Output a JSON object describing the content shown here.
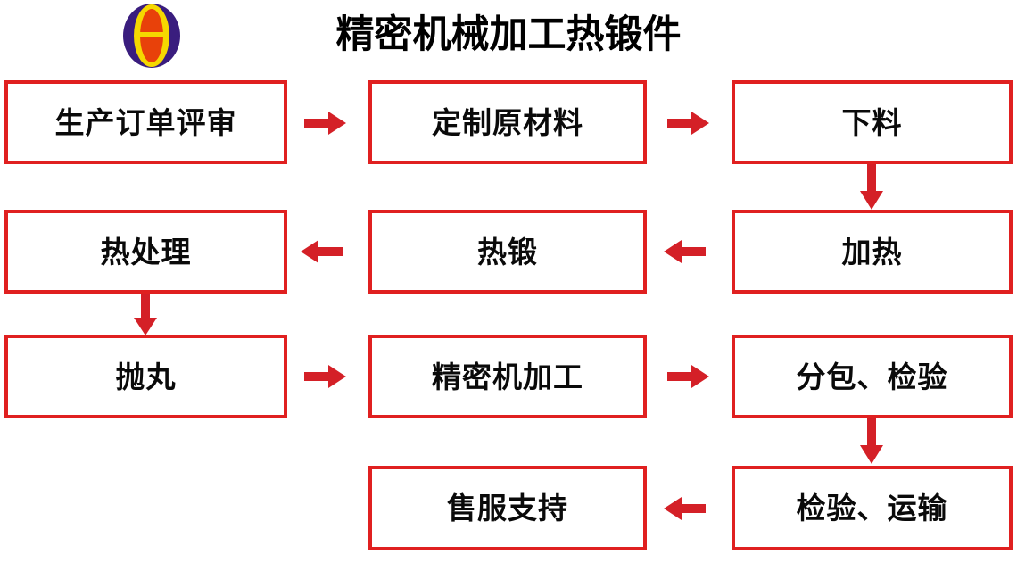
{
  "header": {
    "title": "精密机械加工热锻件",
    "logo_name": "company-oval-logo",
    "logo_colors": {
      "outer": "#3a1d7e",
      "ring": "#f5d800",
      "inner": "#e8410a"
    }
  },
  "colors": {
    "box_border": "#e02020",
    "arrow": "#d42027",
    "text": "#0a0a0a",
    "background": "#ffffff"
  },
  "flowchart": {
    "type": "process-flow",
    "nodes": [
      {
        "id": "n1",
        "label": "生产订单评审",
        "row": 1,
        "col": 1
      },
      {
        "id": "n2",
        "label": "定制原材料",
        "row": 1,
        "col": 2
      },
      {
        "id": "n3",
        "label": "下料",
        "row": 1,
        "col": 3
      },
      {
        "id": "n4",
        "label": "热处理",
        "row": 2,
        "col": 1
      },
      {
        "id": "n5",
        "label": "热锻",
        "row": 2,
        "col": 2
      },
      {
        "id": "n6",
        "label": "加热",
        "row": 2,
        "col": 3
      },
      {
        "id": "n7",
        "label": "抛丸",
        "row": 3,
        "col": 1
      },
      {
        "id": "n8",
        "label": "精密机加工",
        "row": 3,
        "col": 2
      },
      {
        "id": "n9",
        "label": "分包、检验",
        "row": 3,
        "col": 3
      },
      {
        "id": "n10",
        "label": "售服支持",
        "row": 4,
        "col": 2
      },
      {
        "id": "n11",
        "label": "检验、运输",
        "row": 4,
        "col": 3
      }
    ],
    "connectors": [
      {
        "from": "n1",
        "to": "n2",
        "direction": "right"
      },
      {
        "from": "n2",
        "to": "n3",
        "direction": "right"
      },
      {
        "from": "n3",
        "to": "n6",
        "direction": "down"
      },
      {
        "from": "n6",
        "to": "n5",
        "direction": "left"
      },
      {
        "from": "n5",
        "to": "n4",
        "direction": "left"
      },
      {
        "from": "n4",
        "to": "n7",
        "direction": "down"
      },
      {
        "from": "n7",
        "to": "n8",
        "direction": "right"
      },
      {
        "from": "n8",
        "to": "n9",
        "direction": "right"
      },
      {
        "from": "n9",
        "to": "n11",
        "direction": "down"
      },
      {
        "from": "n11",
        "to": "n10",
        "direction": "left"
      }
    ]
  }
}
